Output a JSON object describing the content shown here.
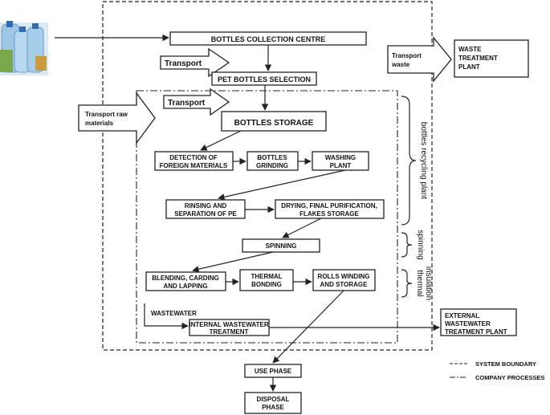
{
  "labels": {
    "collection_centre": "BOTTLES COLLECTION CENTRE",
    "transport_1": "Transport",
    "transport_waste": [
      "Transport",
      "waste"
    ],
    "waste_plant": [
      "WASTE",
      "TREATMENT",
      "PLANT"
    ],
    "pet_selection": "PET BOTTLES SELECTION",
    "transport_2": "Transport",
    "transport_raw": [
      "Transport raw",
      "materials"
    ],
    "bottles_storage": "BOTTLES STORAGE",
    "detection": [
      "DETECTION OF",
      "FOREIGN MATERIALS"
    ],
    "grinding": [
      "BOTTLES",
      "GRINDING"
    ],
    "washing": [
      "WASHING",
      "PLANT"
    ],
    "rinsing": [
      "RINSING AND",
      "SEPARATION OF PE"
    ],
    "drying": [
      "DRYING, FINAL PURIFICATION,",
      "FLAKES STORAGE"
    ],
    "spinning": "SPINNING",
    "blending": [
      "BLENDING, CARDING",
      "AND LAPPING"
    ],
    "thermal_bonding": [
      "THERMAL",
      "BONDING"
    ],
    "rolls": [
      "ROLLS WINDING",
      "AND STORAGE"
    ],
    "wastewater": "WASTEWATER",
    "internal_wwt": [
      "INTERNAL WASTEWATER",
      "TREATMENT"
    ],
    "external_wwt": [
      "EXTERNAL",
      "WASTEWATER",
      "TREATMENT PLANT"
    ],
    "use_phase": "USE PHASE",
    "disposal": [
      "DISPOSAL",
      "PHASE"
    ]
  },
  "side_labels": {
    "recycling": "bottles recycling plant",
    "spinning": "spinning",
    "insulation": [
      "thermal",
      "insulation"
    ]
  },
  "legend": {
    "system_boundary": "SYSTEM BOUNDARY",
    "company_processes": "COMPANY PROCESSES"
  },
  "icons": {
    "bottles": "plastic-bottles-photo"
  }
}
